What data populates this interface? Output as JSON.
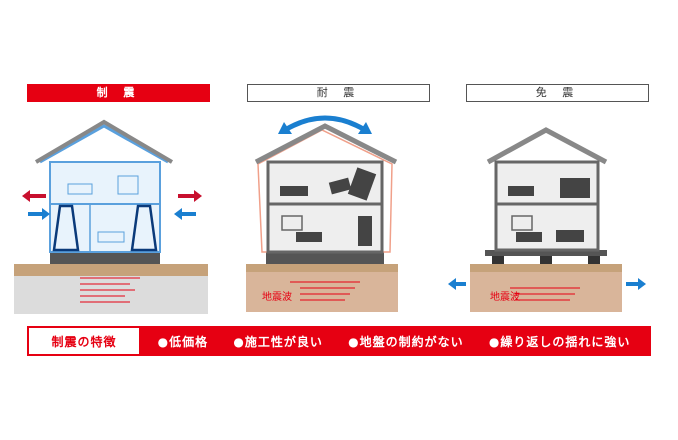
{
  "panels": [
    {
      "title": "制 震",
      "style": "highlight"
    },
    {
      "title": "耐 震",
      "style": "plain"
    },
    {
      "title": "免 震",
      "style": "plain"
    }
  ],
  "wave_label": "地震波",
  "features": {
    "title": "制震の特徴",
    "items": [
      "●低価格",
      "●施工性が良い",
      "●地盤の制約がない",
      "●繰り返しの揺れに強い"
    ]
  },
  "colors": {
    "accent": "#e60012",
    "arrow_blue": "#1a7fd0",
    "arrow_red": "#c8102e",
    "ground": "#c6a27a"
  }
}
